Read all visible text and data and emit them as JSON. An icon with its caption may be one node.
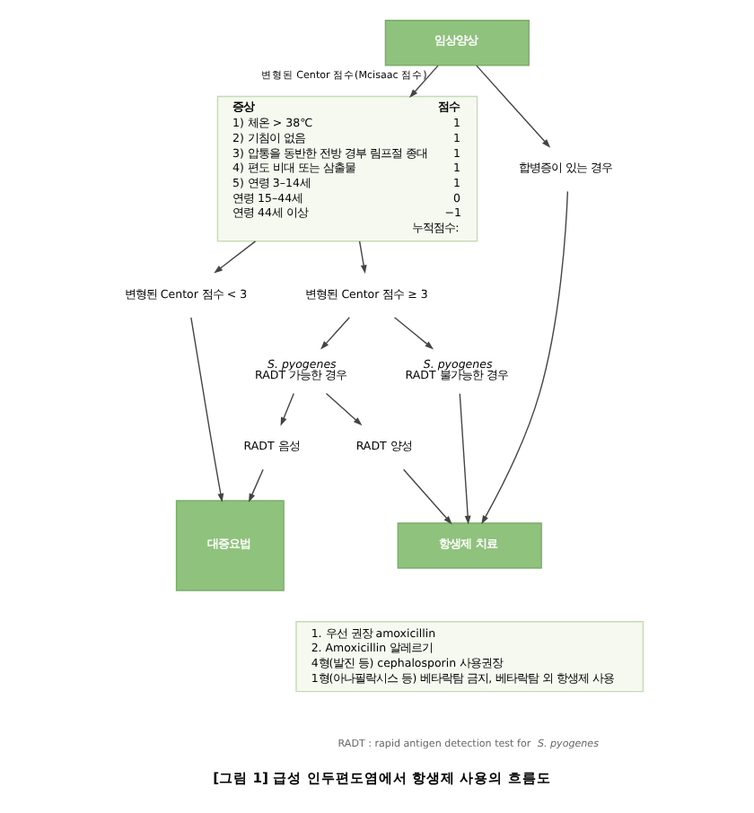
{
  "diagram": {
    "caption": "[그림 1] 급성 인두편도염에서 항생제 사용의 흐름도",
    "nodes": [
      {
        "text": [
          "임상양상"
        ]
      },
      {
        "text": [
          "증상",
          "점수",
          "1) 체온 > 38℃",
          "1",
          "2) 기침이 없음",
          "1",
          "3) 압통을 동반한 전방 경부 림프절 종대",
          "1",
          "4) 편도 비대 또는 삼출물",
          "1",
          "5) 연령 3–14세",
          "1",
          "연령 15–44세",
          "0",
          "연령 44세 이상",
          "−1",
          "누적점수:"
        ]
      },
      {
        "text": [
          "변형된 Centor 점수 < 3"
        ]
      },
      {
        "text": [
          "변형된 Centor 점수 ≥ 3"
        ]
      },
      {
        "text": [
          "합병증이 있는 경우"
        ]
      },
      {
        "text": [
          "*S. pyogenes* RADT 가능한 경우"
        ]
      },
      {
        "text": [
          "*S. pyogenes* RADT 불가능한 경우"
        ]
      },
      {
        "text": [
          "RADT 음성"
        ]
      },
      {
        "text": [
          "RADT 양성"
        ]
      },
      {
        "text": [
          "대증요법"
        ]
      },
      {
        "text": [
          "항생제 치료"
        ]
      },
      {
        "text": [
          "1. 우선 권장 amoxicillin",
          "2. Amoxicillin 알레르기",
          "4형(발진 등) cephalosporin 사용권장",
          "1형(아나필락시스 등) 베타락탐 금지, 베타락탐 외 항생제 사용"
        ]
      }
    ],
    "edges": [
      {
        "from": 0,
        "to": 1,
        "arrow": "to",
        "label": "변형된 Centor 점수(Mcisaac 점수)"
      },
      {
        "from": 1,
        "to": 2,
        "arrow": "to"
      },
      {
        "from": 1,
        "to": 3,
        "arrow": "to"
      },
      {
        "from": 0,
        "to": 4,
        "arrow": "to"
      },
      {
        "from": 3,
        "to": 5,
        "arrow": "to"
      },
      {
        "from": 3,
        "to": 6,
        "arrow": "to"
      },
      {
        "from": 5,
        "to": 7,
        "arrow": "to"
      },
      {
        "from": 5,
        "to": 8,
        "arrow": "to"
      },
      {
        "from": 2,
        "to": 9,
        "arrow": "to"
      },
      {
        "from": 7,
        "to": 9,
        "arrow": "to"
      },
      {
        "from": 8,
        "to": 10,
        "arrow": "to"
      },
      {
        "from": 6,
        "to": 10,
        "arrow": "to"
      },
      {
        "from": 4,
        "to": 10,
        "arrow": "to"
      }
    ],
    "labels": [
      "RADT : rapid antigen detection test for *S. pyogenes*"
    ]
  }
}
